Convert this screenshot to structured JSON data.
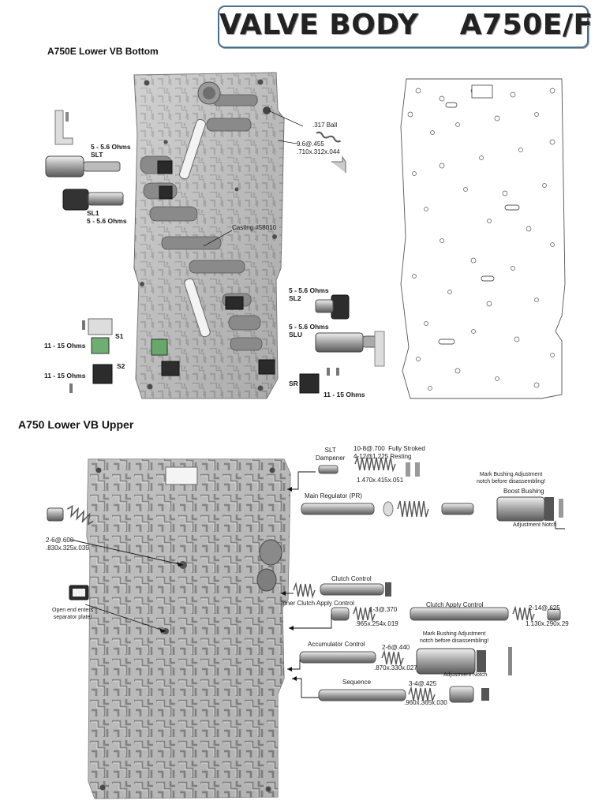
{
  "title": {
    "main": "VALVE BODY    A750E/F"
  },
  "sections": {
    "bottom": "A750E Lower VB Bottom",
    "upper": "A750 Lower VB Upper"
  },
  "bottom_labels": {
    "slt": "5 - 5.6 Ohms\nSLT",
    "sl1": "SL1\n5 - 5.6 Ohms",
    "ball": ".317 Ball",
    "spring1": "9.6@.455\n.710x.312x.044",
    "casting": "Casting #58010",
    "sl2": "5 - 5.6 Ohms\nSL2",
    "slu": "5 - 5.6 Ohms\nSLU",
    "s1_ohms": "11 - 15 Ohms",
    "s1": "S1",
    "s2_ohms": "11 - 15 Ohms",
    "s2": "S2",
    "sr": "SR",
    "sr_ohms": "11 - 15 Ohms"
  },
  "upper_labels": {
    "slt_damp": "SLT\nDampener",
    "slt_spec": "10-8@.700  Fully Stroked\n4-12@1.225 Resting",
    "slt_spring": "1.470x.415x.051",
    "mark_bushing1": "Mark Bushing Adjustment\nnotch before disassembling!",
    "main_reg": "Main Regulator (PR)",
    "boost": "Boost Bushing",
    "adj_notch1": "Adjustment Notch",
    "left_spring": "2-6@.600\n.830x.325x.035",
    "clutch_control": "Clutch Control",
    "inner_clutch": "Inner Clutch Apply Control",
    "clutch_apply": "Clutch Apply Control",
    "spec_13": "1-3@.370",
    "spec_13_dim": ".965x.254x.019",
    "spec_214": "2-14@.625",
    "spec_214_dim": "1.130x.290x.29",
    "open_end": "Open end enters\nseparator plate!",
    "accum": "Accumulator Control",
    "spec_26": "2-6@.440",
    "spec_26_dim": ".870x.330x.027",
    "mark_bushing2": "Mark Bushing Adjustment\nnotch before disassembling!",
    "adj_notch2": "Adjustment Notch",
    "sequence": "Sequence",
    "spec_34": "3-4@.425",
    "spec_34_dim": ".960x.365x.030"
  }
}
